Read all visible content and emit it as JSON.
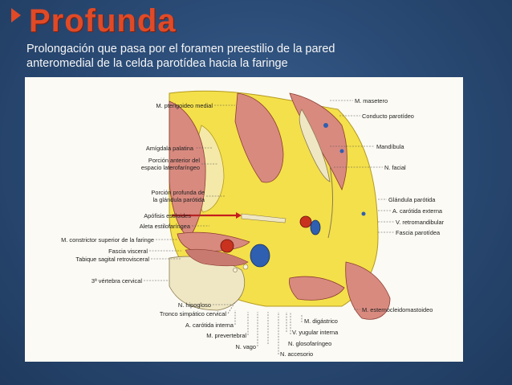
{
  "slide": {
    "title": "Profunda",
    "subtitle_line1": "Prolongación que pasa por el foramen preestilio de la pared",
    "subtitle_line2": "anteromedial de la celda parotídea hacia la faringe"
  },
  "figure": {
    "labels_left": [
      "M. pterigoideo medial",
      "Amígdala palatina",
      "Porción anterior del",
      "espacio laterofaríngeo",
      "Porción profunda de",
      "la glándula parótida",
      "Apófisis estiloides",
      "Aleta estilofaríngea",
      "M. constrictor superior de la faringe",
      "Fascia visceral",
      "Tabique sagital retrovisceral",
      "3ª vértebra cervical"
    ],
    "labels_right": [
      "M. masetero",
      "Conducto parotídeo",
      "Mandíbula",
      "N. facial",
      "Glándula parótida",
      "A. carótida externa",
      "V. retromandibular",
      "Fascia parotídea",
      "M. esternocleidomastoideo",
      "M. digástrico"
    ],
    "labels_bottom": [
      "N. hipogloso",
      "Tronco simpático cervical",
      "A. carótida interna",
      "M. prevertebral",
      "N. vago",
      "V. yugular interna",
      "N. glosofaríngeo",
      "N. accesorio"
    ],
    "colors": {
      "gland": "#f4e04a",
      "muscle": "#d98a7f",
      "bone": "#efe7c4",
      "artery": "#c8321e",
      "vein": "#2f5fb0",
      "arrow": "#c41e1e"
    }
  }
}
